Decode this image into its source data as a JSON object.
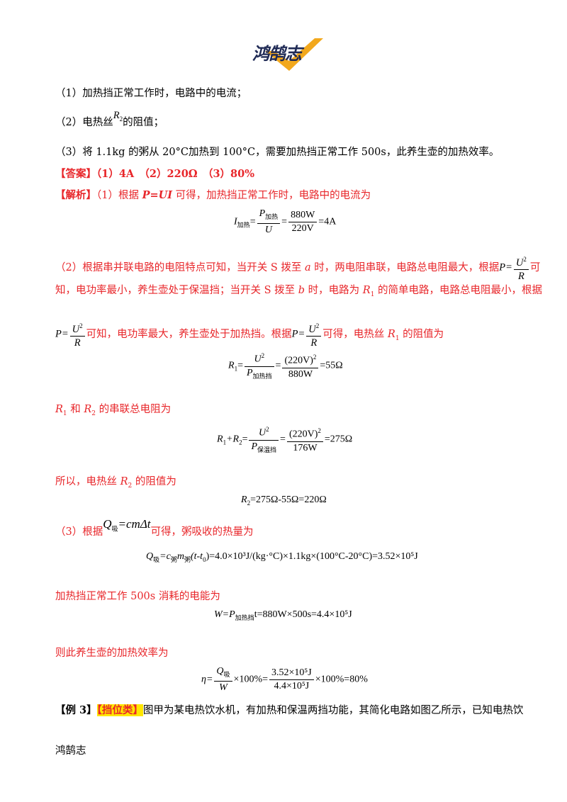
{
  "header": {
    "logo_text": "鸿鹄志"
  },
  "question": {
    "q1": "（1）加热挡正常工作时，电路中的电流；",
    "q2_pre": "（2）电热丝",
    "q2_var": "R",
    "q2_sub": "2",
    "q2_post": "的阻值；",
    "q3": "（3）将 1.1kg 的粥从 20°C加热到 100°C，需要加热挡正常工作 500s，此养生壶的加热效率。"
  },
  "answer": {
    "label": "【答案】",
    "text": "（1）4A　（2）220Ω　（3）80%"
  },
  "analysis": {
    "label": "【解析】",
    "p1_a": "（1）根据 ",
    "p1_formula": "P=UI",
    "p1_b": " 可得，加热挡正常工作时，电路中的电流为",
    "eq1": {
      "lhs": "I",
      "lhs_sub": "加热",
      "num": "P",
      "num_sub": "加热",
      "den": "U",
      "num2": "880W",
      "den2": "220V",
      "result": "=4A"
    },
    "p2_a": "（2）根据串并联电路的电阻特点可知，当开关 S 拨至 ",
    "p2_a_var": "a",
    "p2_b": " 时，两电阻串联，电路总电阻最大，根据",
    "p2_c": "可",
    "p2_d": "知，电功率最小，养生壶处于保温挡；当开关 S 拨至 ",
    "p2_d_var": "b",
    "p2_e": " 时，电路为 ",
    "p2_e_var": "R",
    "p2_e_sub": "1",
    "p2_f": " 的简单电路，电路总电阻最小，根据",
    "p2_g": "可知，电功率最大，养生壶处于加热挡。根据",
    "p2_h": "可得，电热丝 ",
    "p2_h_var": "R",
    "p2_h_sub": "1",
    "p2_i": " 的阻值为",
    "eq_p": {
      "lhs": "P=",
      "num": "U",
      "num_sup": "2",
      "den": "R"
    },
    "eq2": {
      "lhs": "R",
      "lhs_sub": "1",
      "num": "U",
      "num_sup": "2",
      "den": "P",
      "den_sub": "加热挡",
      "num2": "(220V)",
      "num2_sup": "2",
      "den2": "880W",
      "result": "=55Ω"
    },
    "p3_a_var": "R",
    "p3_a_sub": "1",
    "p3_b": " 和 ",
    "p3_b_var": "R",
    "p3_b_sub": "2",
    "p3_c": " 的串联总电阻为",
    "eq3": {
      "lhs": "R",
      "lhs_sub": "1",
      "plus": "+R",
      "plus_sub": "2",
      "num": "U",
      "num_sup": "2",
      "den": "P",
      "den_sub": "保温挡",
      "num2": "(220V)",
      "num2_sup": "2",
      "den2": "176W",
      "result": "=275Ω"
    },
    "p4_a": "所以，电热丝 ",
    "p4_var": "R",
    "p4_sub": "2",
    "p4_b": " 的阻值为",
    "eq4": "=275Ω-55Ω=220Ω",
    "eq4_lhs": "R",
    "eq4_sub": "2",
    "p5_a": "（3）根据",
    "p5_formula": "Q",
    "p5_formula_sub": "吸",
    "p5_formula_rest": "=cmΔt",
    "p5_b": "可得，粥吸收的热量为",
    "eq5_lhs": "Q",
    "eq5_lhs_sub": "吸",
    "eq5_c": "=c",
    "eq5_c_sub": "粥",
    "eq5_m": "m",
    "eq5_m_sub": "粥",
    "eq5_body": "(t-t",
    "eq5_t0_sub": "0",
    "eq5_rest": ")=4.0×10³J/(kg·°C)×1.1kg×(100°C-20°C)=3.52×10⁵J",
    "p6": "加热挡正常工作 500s 消耗的电能为",
    "eq6_lhs": "W=P",
    "eq6_sub": "加热挡",
    "eq6_rest": "t=880W×500s=4.4×10⁵J",
    "p7": "则此养生壶的加热效率为",
    "eq7": {
      "lhs": "η=",
      "num": "Q",
      "num_sub": "吸",
      "den": "W",
      "mid": "×100%=",
      "num2": "3.52×10⁵J",
      "den2": "4.4×10⁵J",
      "result": "×100%=80%"
    }
  },
  "example3": {
    "label": "【例 3】",
    "tag": "【挡位类】",
    "text": "图甲为某电热饮水机，有加热和保温两挡功能，其简化电路如图乙所示，已知电热饮"
  },
  "footer": {
    "text": "鸿鹄志"
  },
  "colors": {
    "accent_red": "#e8262a",
    "highlight": "#ffe600",
    "logo_navy": "#1f2a55",
    "logo_gold": "#f2a81d"
  }
}
